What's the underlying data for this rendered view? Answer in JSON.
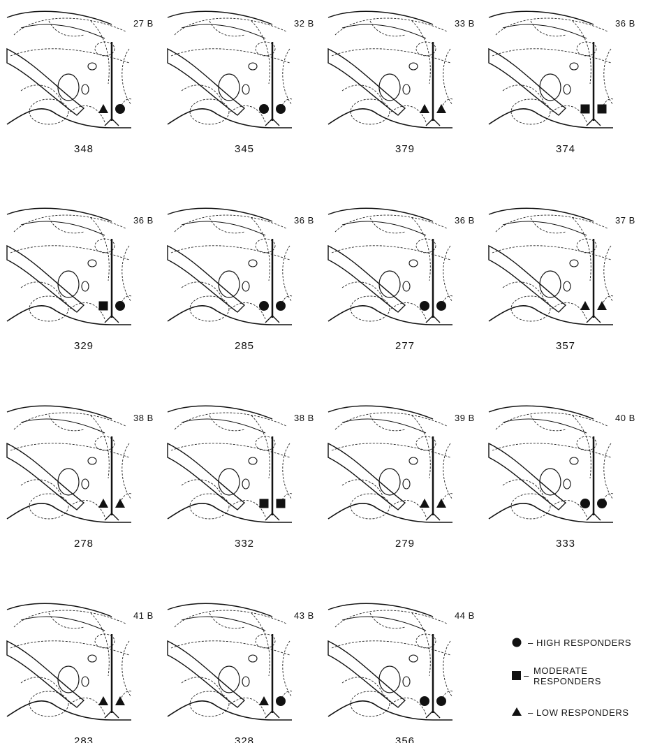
{
  "panels": [
    {
      "plane": "27 B",
      "animal": "348",
      "markers": [
        "triangle",
        "circle"
      ]
    },
    {
      "plane": "32 B",
      "animal": "345",
      "markers": [
        "circle",
        "circle"
      ]
    },
    {
      "plane": "33 B",
      "animal": "379",
      "markers": [
        "triangle",
        "triangle"
      ]
    },
    {
      "plane": "36 B",
      "animal": "374",
      "markers": [
        "square",
        "square"
      ]
    },
    {
      "plane": "36 B",
      "animal": "329",
      "markers": [
        "square",
        "circle"
      ]
    },
    {
      "plane": "36 B",
      "animal": "285",
      "markers": [
        "circle",
        "circle"
      ]
    },
    {
      "plane": "36 B",
      "animal": "277",
      "markers": [
        "circle",
        "circle"
      ]
    },
    {
      "plane": "37 B",
      "animal": "357",
      "markers": [
        "triangle",
        "triangle"
      ]
    },
    {
      "plane": "38 B",
      "animal": "278",
      "markers": [
        "triangle",
        "triangle"
      ]
    },
    {
      "plane": "38 B",
      "animal": "332",
      "markers": [
        "square",
        "square"
      ]
    },
    {
      "plane": "39 B",
      "animal": "279",
      "markers": [
        "triangle",
        "triangle"
      ]
    },
    {
      "plane": "40 B",
      "animal": "333",
      "markers": [
        "circle",
        "circle"
      ]
    },
    {
      "plane": "41 B",
      "animal": "283",
      "markers": [
        "triangle",
        "triangle"
      ]
    },
    {
      "plane": "43 B",
      "animal": "328",
      "markers": [
        "triangle",
        "circle"
      ]
    },
    {
      "plane": "44 B",
      "animal": "356",
      "markers": [
        "circle",
        "circle"
      ]
    }
  ],
  "legend": {
    "high": "– HIGH RESPONDERS",
    "moderate_line1": "MODERATE",
    "moderate_line2": "RESPONDERS",
    "moderate_dash": "–",
    "low": "– LOW RESPONDERS"
  },
  "colors": {
    "ink": "#111111",
    "background": "#ffffff"
  }
}
